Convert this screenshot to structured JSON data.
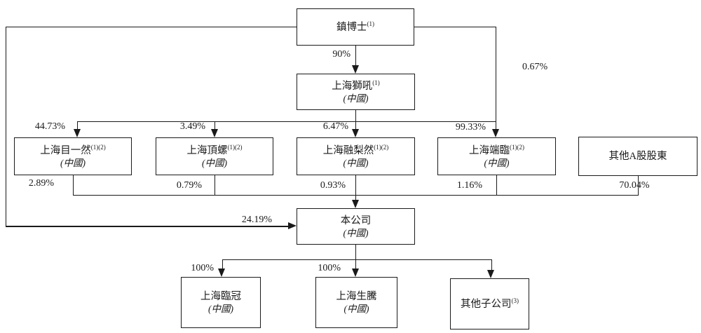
{
  "diagram": {
    "title": "shareholding-structure-chart",
    "colors": {
      "line": "#1a1a1a",
      "background": "#ffffff",
      "text": "#1a1a1a"
    },
    "nodes": {
      "zhen": {
        "name": "鎮博士",
        "sup": "(1)"
      },
      "shihou": {
        "name": "上海獅吼",
        "sup": "(1)",
        "country": "(中國)"
      },
      "muyiran": {
        "name": "上海目一然",
        "sup": "(1)(2)",
        "country": "(中國)"
      },
      "dingluo": {
        "name": "上海頂螺",
        "sup": "(1)(2)",
        "country": "(中國)"
      },
      "rongliran": {
        "name": "上海融梨然",
        "sup": "(1)(2)",
        "country": "(中國)"
      },
      "duanlin": {
        "name": "上海端臨",
        "sup": "(1)(2)",
        "country": "(中國)"
      },
      "other_a": {
        "name": "其他A股股東"
      },
      "company": {
        "name": "本公司",
        "country": "(中國)"
      },
      "linguan": {
        "name": "上海臨冠",
        "country": "(中國)"
      },
      "shengteng": {
        "name": "上海生騰",
        "country": "(中國)"
      },
      "other_sub": {
        "name": "其他子公司",
        "sup": "(3)"
      }
    },
    "edges": {
      "zhen_shihou": "90%",
      "zhen_duanlin": "0.67%",
      "shihou_muyiran": "44.73%",
      "shihou_dingluo": "3.49%",
      "shihou_rongliran": "6.47%",
      "shihou_duanlin": "99.33%",
      "muyiran_company": "2.89%",
      "dingluo_company": "0.79%",
      "rongliran_company": "0.93%",
      "duanlin_company": "1.16%",
      "other_a_company": "70.04%",
      "zhen_company": "24.19%",
      "company_linguan": "100%",
      "company_shengteng": "100%"
    }
  }
}
